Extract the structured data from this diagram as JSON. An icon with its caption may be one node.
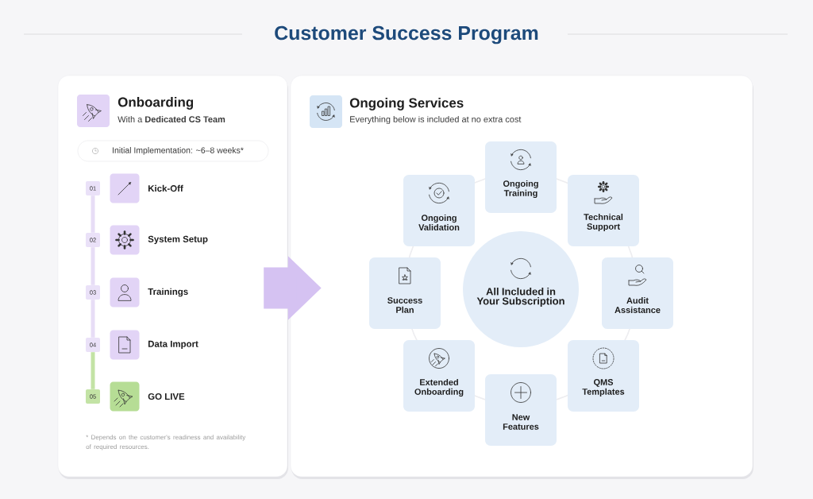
{
  "diagram": {
    "title": "Customer Success Program",
    "nodes": [
      {
        "text": [
          "Onboarding",
          "With a **Dedicated CS Team**",
          "* Depends on the customer's readiness and availability of required resources."
        ]
      },
      {
        "text": [
          "Initial Implementation: ~6–8 weeks*"
        ],
        "in": 0
      },
      {
        "text": [
          "01"
        ],
        "in": 0
      },
      {
        "text": [],
        "shape": "box",
        "beside": [
          "Kick-Off"
        ],
        "in": 0
      },
      {
        "text": [
          "02"
        ],
        "in": 0
      },
      {
        "text": [],
        "shape": "box",
        "beside": [
          "System Setup"
        ],
        "in": 0
      },
      {
        "text": [
          "03"
        ],
        "in": 0
      },
      {
        "text": [],
        "shape": "box",
        "beside": [
          "Trainings"
        ],
        "in": 0
      },
      {
        "text": [
          "04"
        ],
        "in": 0
      },
      {
        "text": [],
        "shape": "box",
        "beside": [
          "Data Import"
        ],
        "in": 0
      },
      {
        "text": [
          "05"
        ],
        "in": 0
      },
      {
        "text": [],
        "shape": "box",
        "beside": [
          "GO LIVE"
        ],
        "in": 0
      },
      {
        "text": [
          "Ongoing Services",
          "Everything below is included at no extra cost"
        ]
      },
      {
        "text": [
          "Ongoing Training"
        ],
        "in": 12
      },
      {
        "text": [
          "Ongoing Validation"
        ],
        "in": 12
      },
      {
        "text": [
          "Technical Support"
        ],
        "in": 12
      },
      {
        "text": [
          "All Included in Your Subscription"
        ],
        "in": 12
      },
      {
        "text": [
          "Success Plan"
        ],
        "in": 12
      },
      {
        "text": [
          "Audit Assistance"
        ],
        "in": 12
      },
      {
        "text": [
          "Extended Onboarding"
        ],
        "in": 12
      },
      {
        "text": [
          "QMS Templates"
        ],
        "in": 12
      },
      {
        "text": [
          "New Features"
        ],
        "in": 12
      }
    ],
    "edges": [
      {
        "from": 2,
        "to": 4,
        "arrow": "none"
      },
      {
        "from": 4,
        "to": 6,
        "arrow": "none"
      },
      {
        "from": 6,
        "to": 8,
        "arrow": "none"
      },
      {
        "from": 8,
        "to": 10,
        "arrow": "none",
        "color": "#c3e3a5"
      },
      {
        "from": 0,
        "to": 12,
        "arrow": "to",
        "style": "thick",
        "color": "#d5c2f2"
      }
    ]
  }
}
